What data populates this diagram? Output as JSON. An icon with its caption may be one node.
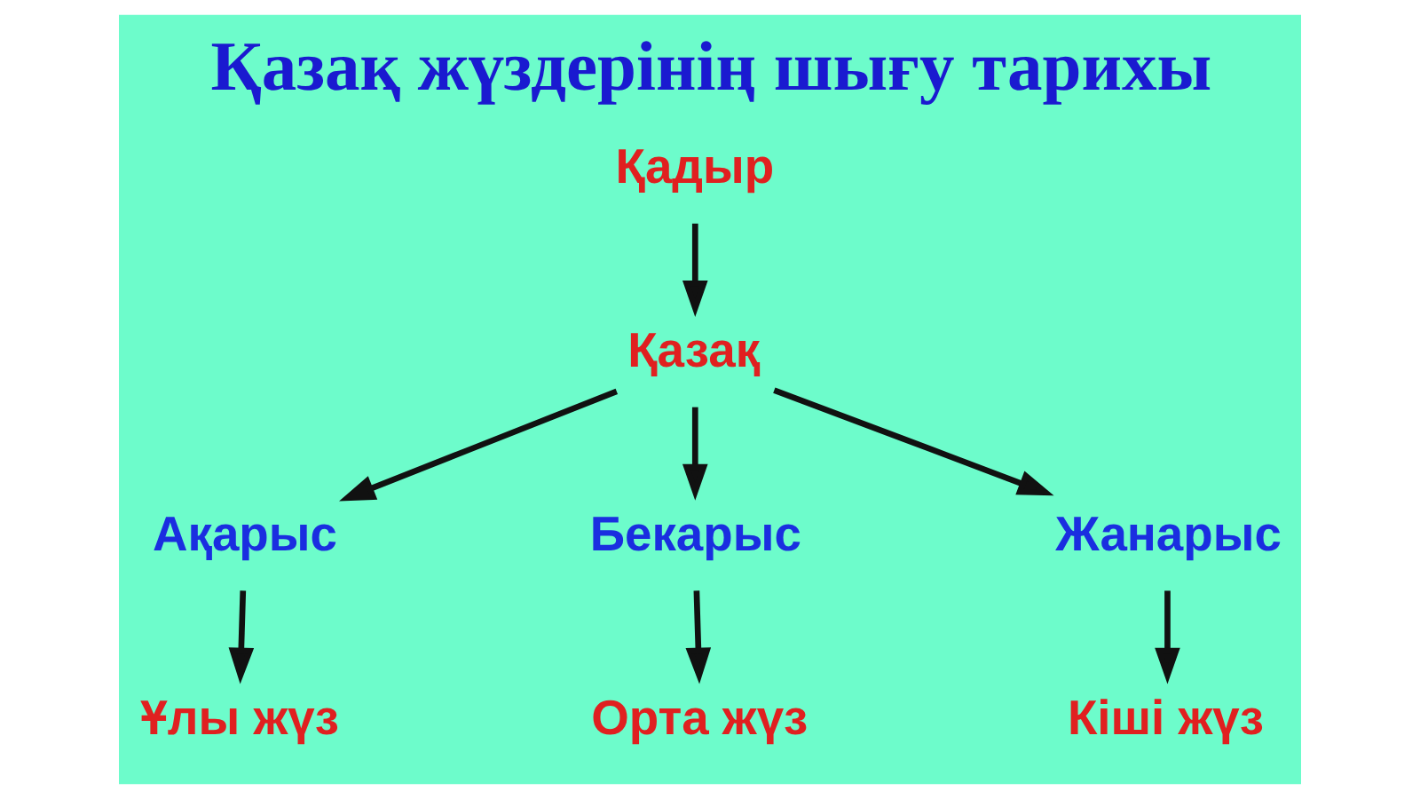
{
  "diagram": {
    "title": "Қазақ жүздерінің шығу тарихы",
    "nodes": [
      {
        "text": [
          "Қадыр"
        ]
      },
      {
        "text": [
          "Қазақ"
        ]
      },
      {
        "text": [
          "Ақарыс"
        ]
      },
      {
        "text": [
          "Бекарыс"
        ]
      },
      {
        "text": [
          "Жанарыс"
        ]
      },
      {
        "text": [
          "Ұлы жүз"
        ]
      },
      {
        "text": [
          "Орта жүз"
        ]
      },
      {
        "text": [
          "Кіші жүз"
        ]
      }
    ],
    "edges": [
      {
        "from": 0,
        "to": 1,
        "arrow": "to"
      },
      {
        "from": 1,
        "to": 2,
        "arrow": "to"
      },
      {
        "from": 1,
        "to": 3,
        "arrow": "to"
      },
      {
        "from": 1,
        "to": 4,
        "arrow": "to"
      },
      {
        "from": 2,
        "to": 5,
        "arrow": "to"
      },
      {
        "from": 3,
        "to": 6,
        "arrow": "to"
      },
      {
        "from": 4,
        "to": 7,
        "arrow": "to"
      }
    ]
  }
}
